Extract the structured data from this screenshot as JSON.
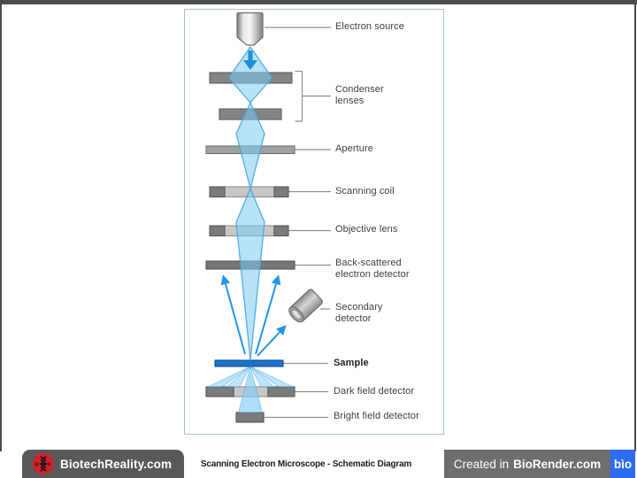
{
  "diagram_title": "Scanning Electron Microscope - Schematic Diagram",
  "labels": {
    "electron_source": {
      "line1": "Electron source"
    },
    "condenser_lenses": {
      "line1": "Condenser",
      "line2": "lenses"
    },
    "aperture": {
      "line1": "Aperture"
    },
    "scanning_coil": {
      "line1": "Scanning coil"
    },
    "objective_lens": {
      "line1": "Objective lens"
    },
    "backscattered_detector": {
      "line1": "Back-scattered",
      "line2": "electron detector"
    },
    "secondary_detector": {
      "line1": "Secondary",
      "line2": "detector"
    },
    "sample": {
      "line1": "Sample"
    },
    "dark_field_detector": {
      "line1": "Dark field detector"
    },
    "bright_field_detector": {
      "line1": "Bright field detector"
    }
  },
  "footer": {
    "brand": "BiotechReality.com",
    "caption": "Scanning Electron Microscope - Schematic Diagram",
    "credit_prefix": "Created in",
    "credit_brand": "BioRender.com",
    "biorender_logo_text": "bìo"
  },
  "icons": {
    "brand_logo": "dna-helix-icon",
    "beam_arrow": "down-arrow-icon"
  },
  "colors": {
    "beam_fill": "#7ecbf3",
    "beam_stroke": "#42a6e0",
    "arrow_blue": "#2196e8",
    "sample_blue": "#1b74c8",
    "lens_gray": "#848484",
    "lens_light_gray": "#c7c7c7",
    "detector_gray": "#767676",
    "box_border": "#a9bede",
    "frame_gray": "#4b4b4d",
    "brand_bar_gray": "#58595b",
    "brand_red": "#d32027",
    "credit_bar_gray": "#6d6e70",
    "biorender_blue": "#2d6bf2"
  }
}
